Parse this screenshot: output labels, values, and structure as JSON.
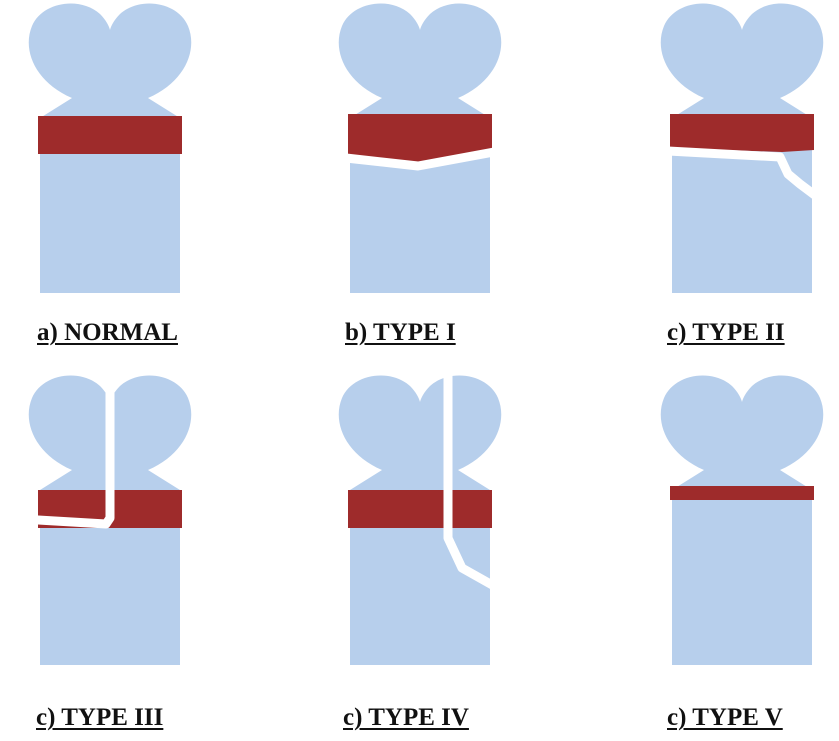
{
  "colors": {
    "bone": "#b7cfec",
    "physis": "#9e2b2b",
    "fracture": "#ffffff",
    "label_text": "#111111",
    "background": "#ffffff"
  },
  "panels": [
    {
      "label": "a) NORMAL",
      "fracture_type": "none",
      "physis_state": "normal"
    },
    {
      "label": "b) TYPE I",
      "fracture_type": "through-physis",
      "physis_state": "normal"
    },
    {
      "label": "c) TYPE II",
      "fracture_type": "physis-and-metaphysis",
      "physis_state": "normal"
    },
    {
      "label": "c) TYPE III",
      "fracture_type": "physis-and-epiphysis",
      "physis_state": "normal"
    },
    {
      "label": "c) TYPE IV",
      "fracture_type": "epiphysis-physis-metaphysis",
      "physis_state": "normal"
    },
    {
      "label": "c) TYPE V",
      "fracture_type": "crush",
      "physis_state": "compressed"
    }
  ]
}
